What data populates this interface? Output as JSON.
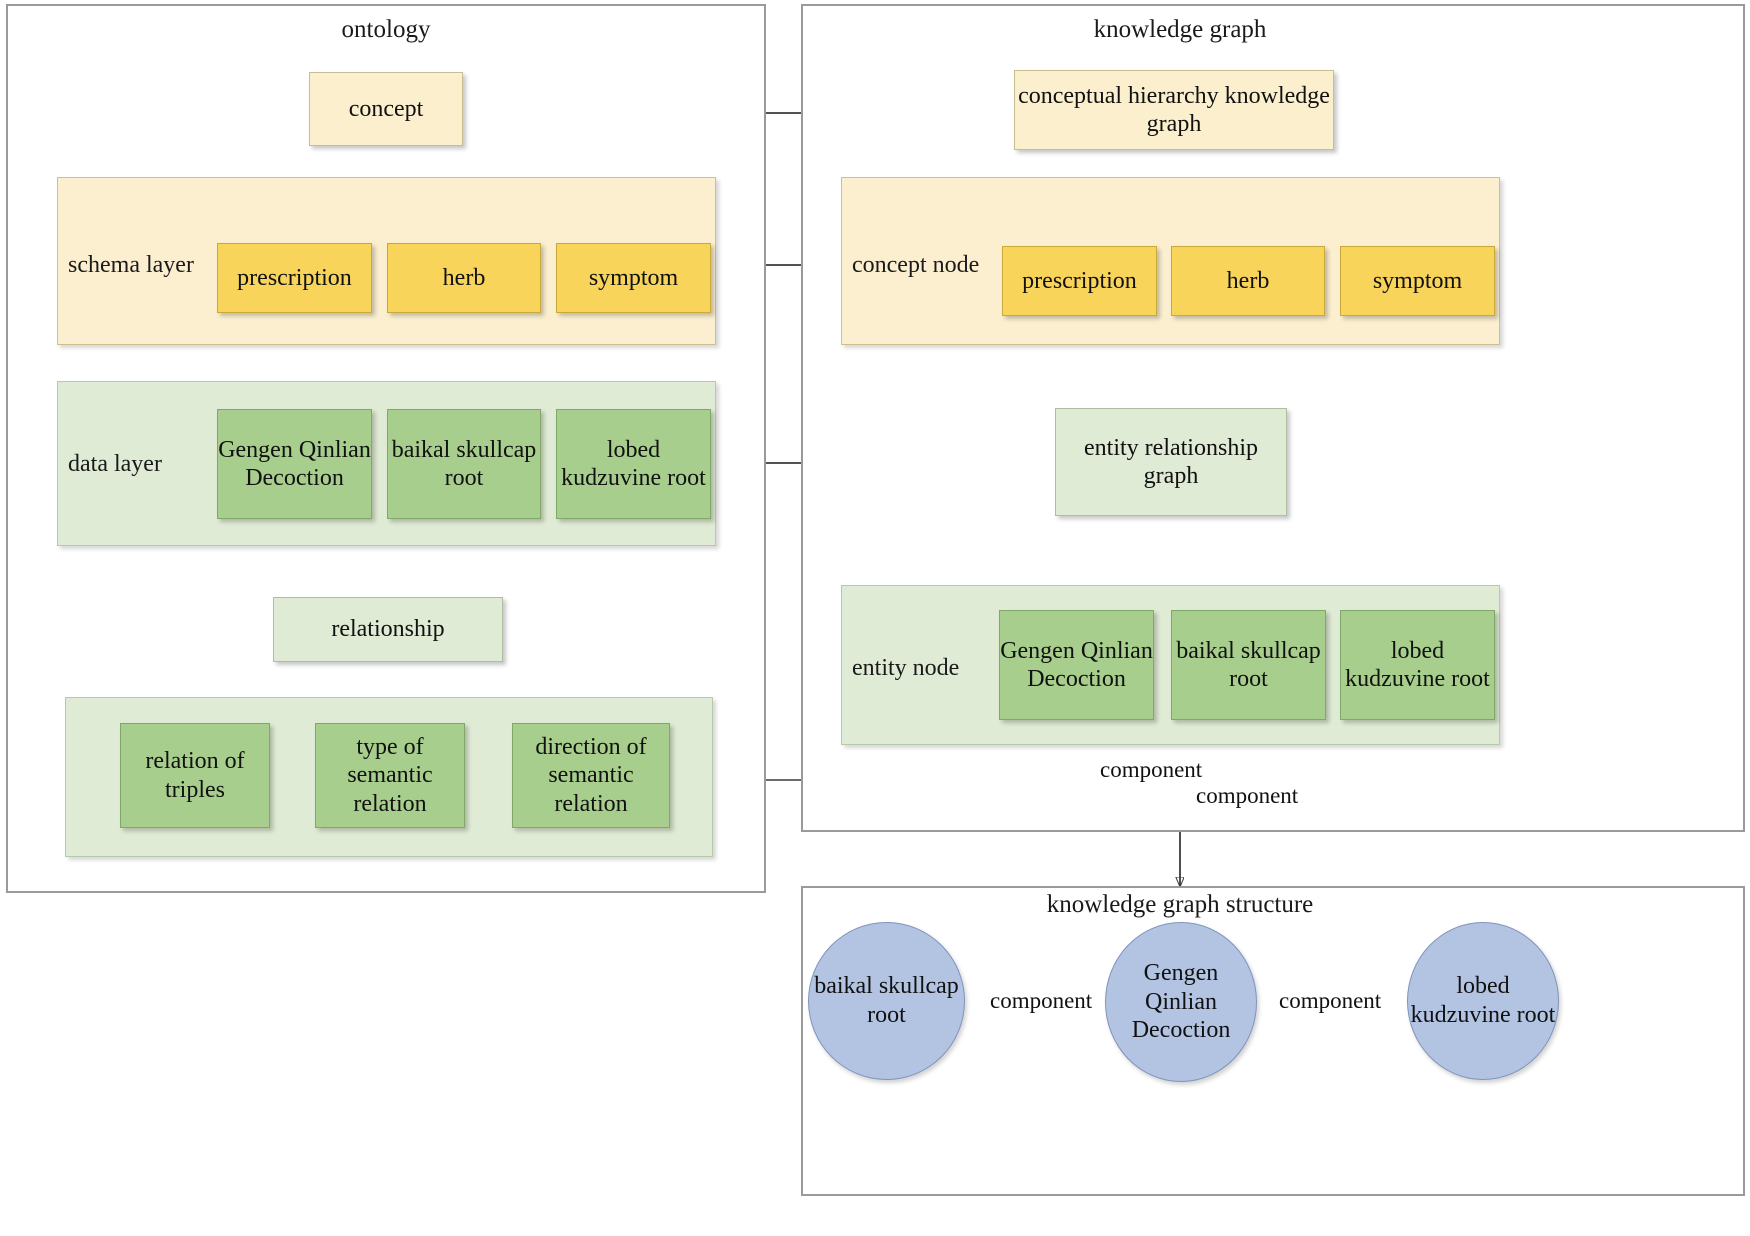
{
  "panels": {
    "ontology": {
      "title": "ontology"
    },
    "knowledge_graph": {
      "title": "knowledge graph"
    },
    "kg_structure": {
      "title": "knowledge graph structure"
    }
  },
  "ontology": {
    "root_node": "concept",
    "schema_layer": {
      "label": "schema layer",
      "nodes": [
        "prescription",
        "herb",
        "symptom"
      ]
    },
    "data_layer": {
      "label": "data layer",
      "nodes": [
        "Gengen Qinlian Decoction",
        "baikal skullcap root",
        "lobed kudzuvine root"
      ]
    },
    "relationship_node": "relationship",
    "relationship_layer": {
      "nodes": [
        "relation of triples",
        "type of semantic relation",
        "direction of semantic relation"
      ]
    }
  },
  "knowledge_graph": {
    "conceptual_hierarchy_node": "conceptual hierarchy knowledge graph",
    "concept_node_band": {
      "label": "concept node",
      "nodes": [
        "prescription",
        "herb",
        "symptom"
      ]
    },
    "entity_relationship_node": "entity relationship graph",
    "entity_node_band": {
      "label": "entity node",
      "nodes": [
        "Gengen Qinlian Decoction",
        "baikal skullcap root",
        "lobed kudzuvine root"
      ]
    },
    "relation_labels": [
      "component",
      "component"
    ]
  },
  "kg_structure": {
    "circles": [
      "baikal skullcap root",
      "Gengen Qinlian Decoction",
      "lobed kudzuvine root"
    ],
    "edge_labels": [
      "component",
      "component"
    ]
  },
  "colors": {
    "cream_node": "#FBEFCE",
    "amber_node": "#F8D45B",
    "green_node": "#A7CE8C",
    "green_pale_node": "#DFEBD4",
    "yellow_band": "#FBEFD0",
    "green_band": "#DFEBD4",
    "ellipse_blue": "#B3C4E3",
    "panel_border": "#9A9A9A"
  },
  "chart_data": {
    "type": "diagram",
    "title": "Ontology to knowledge graph mapping",
    "nodes": [
      {
        "id": "concept",
        "label": "concept",
        "group": "ontology",
        "fill": "#FBEFCE"
      },
      {
        "id": "o-prescription",
        "label": "prescription",
        "group": "ontology/schema layer",
        "fill": "#F8D45B"
      },
      {
        "id": "o-herb",
        "label": "herb",
        "group": "ontology/schema layer",
        "fill": "#F8D45B"
      },
      {
        "id": "o-symptom",
        "label": "symptom",
        "group": "ontology/schema layer",
        "fill": "#F8D45B"
      },
      {
        "id": "o-gengen",
        "label": "Gengen Qinlian Decoction",
        "group": "ontology/data layer",
        "fill": "#A7CE8C"
      },
      {
        "id": "o-baikal",
        "label": "baikal skullcap root",
        "group": "ontology/data layer",
        "fill": "#A7CE8C"
      },
      {
        "id": "o-lobed",
        "label": "lobed kudzuvine root",
        "group": "ontology/data layer",
        "fill": "#A7CE8C"
      },
      {
        "id": "relationship",
        "label": "relationship",
        "group": "ontology",
        "fill": "#DFEBD4"
      },
      {
        "id": "r-triples",
        "label": "relation of triples",
        "group": "ontology/relationship",
        "fill": "#A7CE8C"
      },
      {
        "id": "r-type",
        "label": "type of semantic relation",
        "group": "ontology/relationship",
        "fill": "#A7CE8C"
      },
      {
        "id": "r-direction",
        "label": "direction of semantic relation",
        "group": "ontology/relationship",
        "fill": "#A7CE8C"
      },
      {
        "id": "chkg",
        "label": "conceptual hierarchy knowledge graph",
        "group": "knowledge graph",
        "fill": "#FBEFCE"
      },
      {
        "id": "k-prescription",
        "label": "prescription",
        "group": "knowledge graph/concept node",
        "fill": "#F8D45B"
      },
      {
        "id": "k-herb",
        "label": "herb",
        "group": "knowledge graph/concept node",
        "fill": "#F8D45B"
      },
      {
        "id": "k-symptom",
        "label": "symptom",
        "group": "knowledge graph/concept node",
        "fill": "#F8D45B"
      },
      {
        "id": "erg",
        "label": "entity relationship graph",
        "group": "knowledge graph",
        "fill": "#DFEBD4"
      },
      {
        "id": "e-gengen",
        "label": "Gengen Qinlian Decoction",
        "group": "knowledge graph/entity node",
        "fill": "#A7CE8C"
      },
      {
        "id": "e-baikal",
        "label": "baikal skullcap root",
        "group": "knowledge graph/entity node",
        "fill": "#A7CE8C"
      },
      {
        "id": "e-lobed",
        "label": "lobed kudzuvine root",
        "group": "knowledge graph/entity node",
        "fill": "#A7CE8C"
      },
      {
        "id": "s-baikal",
        "label": "baikal skullcap root",
        "group": "knowledge graph structure",
        "fill": "#B3C4E3"
      },
      {
        "id": "s-gengen",
        "label": "Gengen Qinlian Decoction",
        "group": "knowledge graph structure",
        "fill": "#B3C4E3"
      },
      {
        "id": "s-lobed",
        "label": "lobed kudzuvine root",
        "group": "knowledge graph structure",
        "fill": "#B3C4E3"
      }
    ],
    "edges": [
      {
        "from": "concept",
        "to": "o-prescription",
        "label": ""
      },
      {
        "from": "concept",
        "to": "o-herb",
        "label": ""
      },
      {
        "from": "concept",
        "to": "o-symptom",
        "label": ""
      },
      {
        "from": "concept",
        "to": "chkg",
        "label": ""
      },
      {
        "from": "o-prescription",
        "to": "o-gengen",
        "label": ""
      },
      {
        "from": "o-herb",
        "to": "o-baikal",
        "label": ""
      },
      {
        "from": "o-herb",
        "to": "o-lobed",
        "label": ""
      },
      {
        "from": "o-symptom",
        "to": "k-concept-band",
        "label": ""
      },
      {
        "from": "relationship",
        "to": "r-triples",
        "label": ""
      },
      {
        "from": "relationship",
        "to": "r-type",
        "label": ""
      },
      {
        "from": "relationship",
        "to": "r-direction",
        "label": ""
      },
      {
        "from": "chkg",
        "to": "k-prescription",
        "label": ""
      },
      {
        "from": "chkg",
        "to": "k-herb",
        "label": ""
      },
      {
        "from": "chkg",
        "to": "k-symptom",
        "label": ""
      },
      {
        "from": "k-concept-band",
        "to": "erg",
        "label": ""
      },
      {
        "from": "erg",
        "to": "e-gengen",
        "label": ""
      },
      {
        "from": "erg",
        "to": "e-baikal",
        "label": ""
      },
      {
        "from": "erg",
        "to": "e-lobed",
        "label": ""
      },
      {
        "from": "e-gengen",
        "to": "e-baikal",
        "label": "component"
      },
      {
        "from": "e-gengen",
        "to": "e-lobed",
        "label": "component"
      },
      {
        "from": "s-baikal",
        "to": "s-gengen",
        "label": "component"
      },
      {
        "from": "s-gengen",
        "to": "s-lobed",
        "label": "component"
      }
    ]
  }
}
